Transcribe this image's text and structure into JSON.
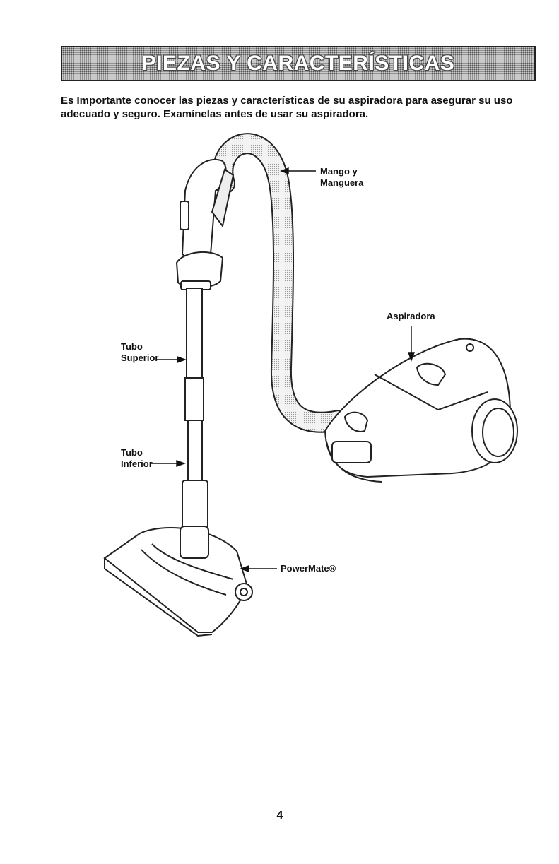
{
  "header": {
    "title": "PIEZAS Y CARACTERÍSTICAS",
    "colors": {
      "bar_bg": "#cfcfcf",
      "border": "#222222"
    }
  },
  "intro": {
    "text": "Es Importante conocer las piezas y características de su aspiradora para asegurar su uso adecuado y seguro. Examínelas antes de usar su aspiradora."
  },
  "callouts": {
    "handle_hose": {
      "line1": "Mango y",
      "line2": "Manguera"
    },
    "canister": {
      "label": "Aspiradora"
    },
    "upper_wand": {
      "line1": "Tubo",
      "line2": "Superior"
    },
    "lower_wand": {
      "line1": "Tubo",
      "line2": "Inferior"
    },
    "powermate": {
      "label": "PowerMate®"
    }
  },
  "footer": {
    "page_number": "4"
  }
}
